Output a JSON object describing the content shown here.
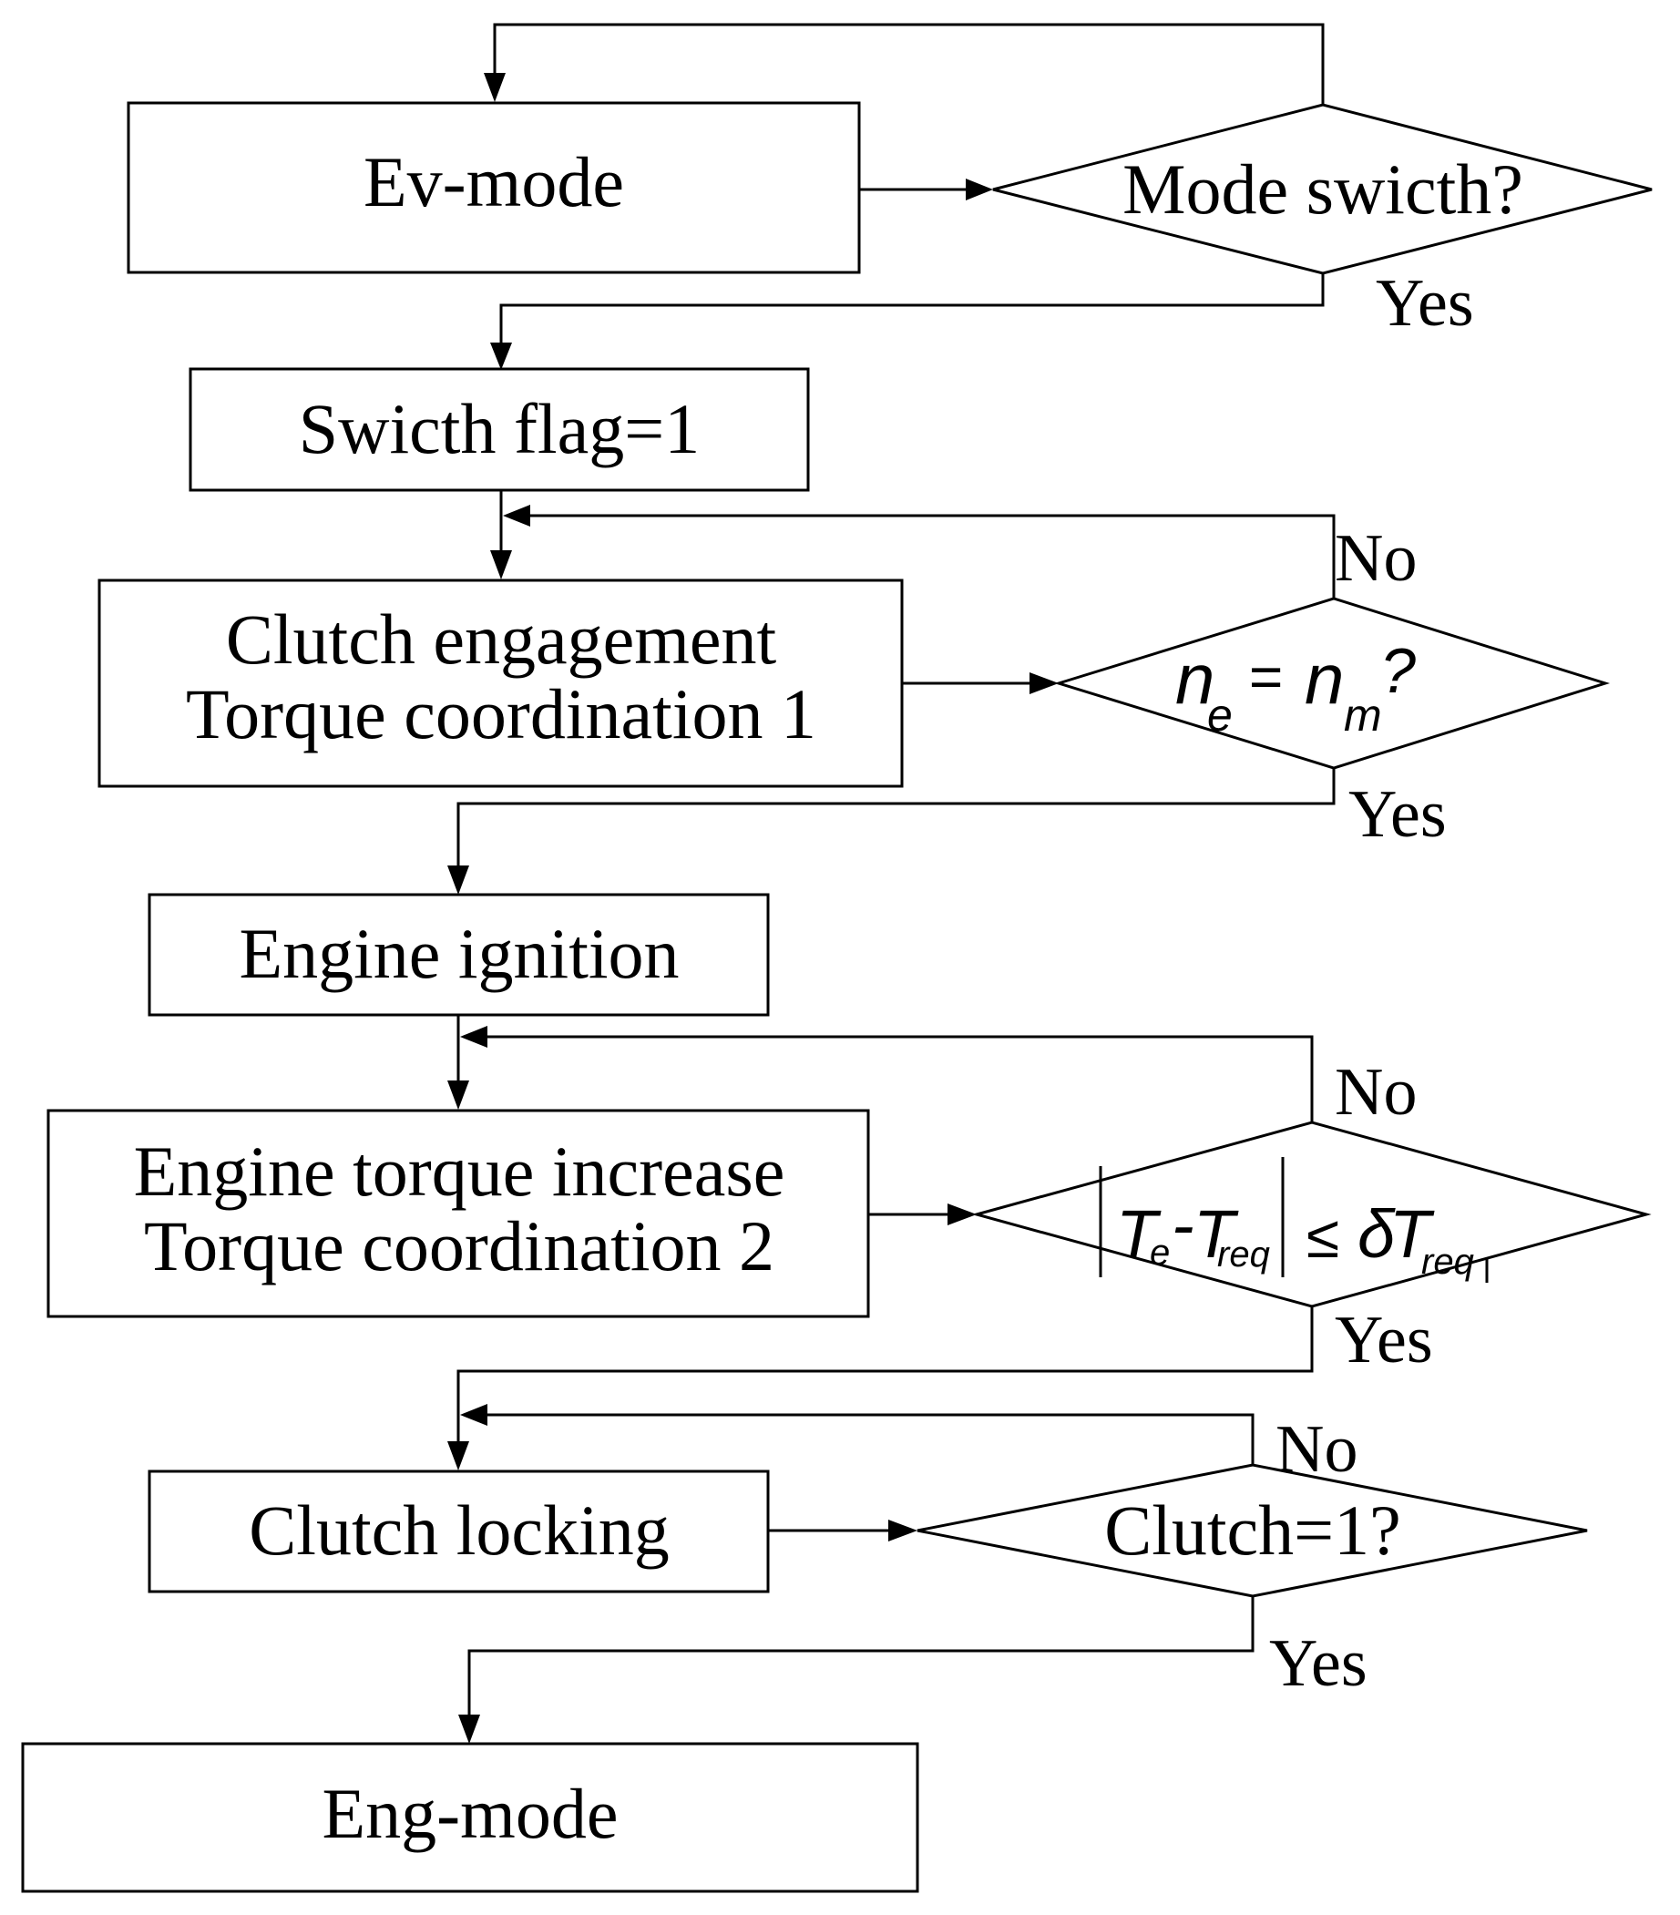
{
  "boxes": {
    "ev_mode": "Ev-mode",
    "switch_flag": "Swicth flag=1",
    "clutch_engagement_line1": "Clutch engagement",
    "clutch_engagement_line2": "Torque coordination 1",
    "engine_ignition": "Engine ignition",
    "engine_torque_line1": "Engine torque increase",
    "engine_torque_line2": "Torque coordination 2",
    "clutch_locking": "Clutch locking",
    "eng_mode": "Eng-mode"
  },
  "decisions": {
    "mode_switch": "Mode swicth?",
    "speed_match": {
      "n": "n",
      "sub_e": "e",
      "equals": "=",
      "sub_m": "m",
      "question": "?"
    },
    "torque_check": {
      "T": "T",
      "sub_e": "e",
      "minus": "-",
      "sub_req": "req",
      "leq": "≤",
      "delta": "δ"
    },
    "clutch_check": "Clutch=1?"
  },
  "labels": {
    "yes": "Yes",
    "no": "No"
  }
}
